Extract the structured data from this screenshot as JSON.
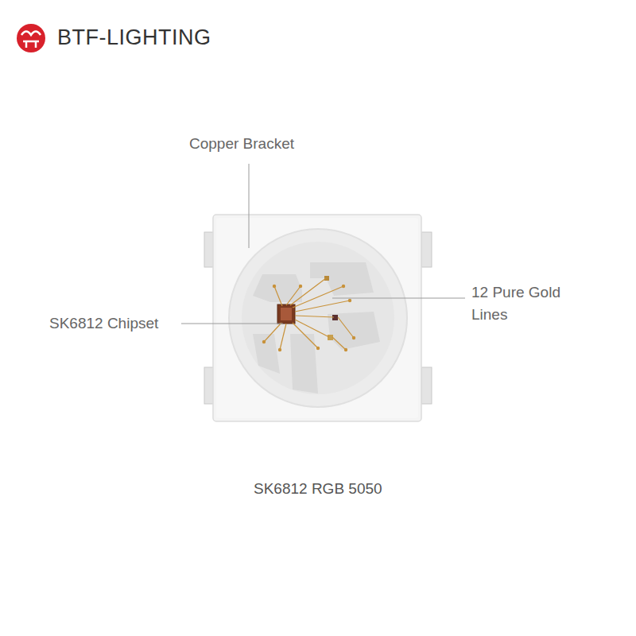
{
  "diagram": {
    "caption": "SK6812 RGB 5050",
    "labels": [
      "BTF-LIGHTING",
      "Copper Bracket",
      "SK6812 Chipset",
      "12 Pure Gold Lines"
    ]
  }
}
